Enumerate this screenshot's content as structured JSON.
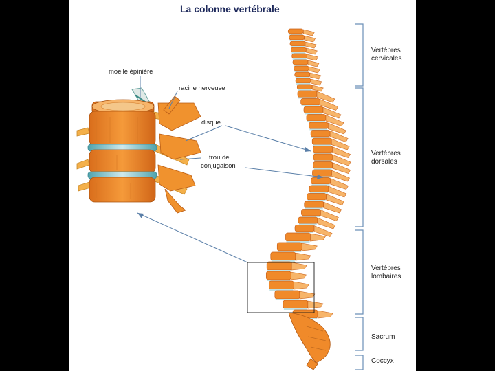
{
  "title": "La colonne vertébrale",
  "labels": {
    "spinal_cord": "moelle épinière",
    "nerve_root": "racine nerveuse",
    "disc": "disque",
    "foramen_line1": "trou de",
    "foramen_line2": "conjugaison"
  },
  "regions": {
    "cervical_line1": "Vertèbres",
    "cervical_line2": "cervicales",
    "dorsal_line1": "Vertèbres",
    "dorsal_line2": "dorsales",
    "lumbar_line1": "Vertèbres",
    "lumbar_line2": "lombaires",
    "sacrum": "Sacrum",
    "coccyx": "Coccyx"
  },
  "colors": {
    "bone": "#f08a2a",
    "bone_dark": "#c9621a",
    "bone_light": "#f7b56a",
    "disc": "#bfe0e4",
    "disc_dark": "#4fa3ad",
    "leader_line": "#5a7fa8",
    "bracket": "#6b8fb8",
    "title": "#1f2a5c"
  }
}
